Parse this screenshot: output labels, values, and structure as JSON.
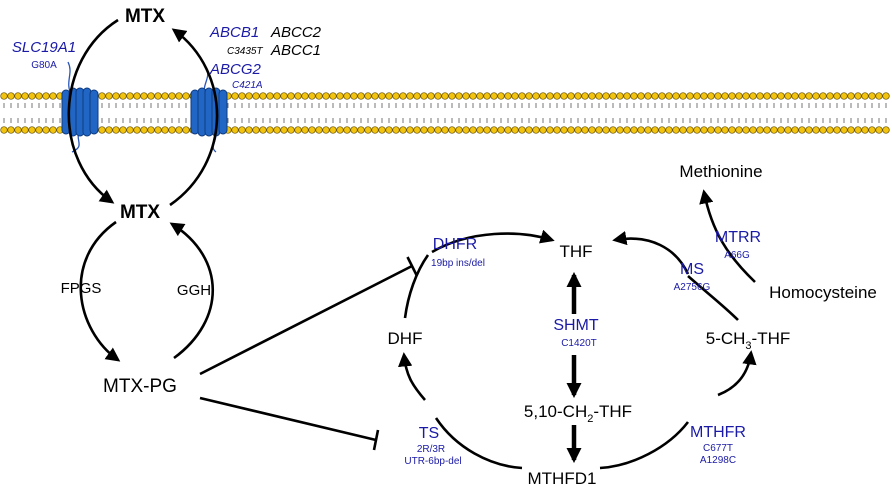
{
  "colors": {
    "enzyme_text": "#1a1aa6",
    "membrane_head": "#f2c40f",
    "membrane_head_stroke": "#6a5200",
    "transporter": "#2166c4",
    "text": "#000000"
  },
  "transport": {
    "mtx_top": "MTX",
    "mtx_mid": "MTX",
    "slc19a1": "SLC19A1",
    "slc19a1_snp": "G80A",
    "abcb1": "ABCB1",
    "abcc2": "ABCC2",
    "abcb1_snp": "C3435T",
    "abcc1": "ABCC1",
    "abcg2": "ABCG2",
    "abcg2_snp": "C421A"
  },
  "polyglutamation": {
    "fpgs": "FPGS",
    "ggh": "GGH",
    "mtx_pg": "MTX-PG"
  },
  "folate_cycle": {
    "dhfr": "DHFR",
    "dhfr_snp": "19bp ins/del",
    "thf": "THF",
    "dhf": "DHF",
    "shmt": "SHMT",
    "shmt_snp": "C1420T",
    "ch2_thf_prefix": "5,10-CH",
    "ch2_thf_sub": "2",
    "ch2_thf_suffix": "-THF",
    "ts": "TS",
    "ts_snp_1": "2R/3R",
    "ts_snp_2": "UTR-6bp-del",
    "mthfd1": "MTHFD1",
    "mthfr": "MTHFR",
    "mthfr_snp_1": "C677T",
    "mthfr_snp_2": "A1298C",
    "ch3_thf_prefix": "5-CH",
    "ch3_thf_sub": "3",
    "ch3_thf_suffix": "-THF"
  },
  "methionine_cycle": {
    "methionine": "Methionine",
    "homocysteine": "Homocysteine",
    "mtrr": "MTRR",
    "mtrr_snp": "A66G",
    "ms": "MS",
    "ms_snp": "A2756G"
  }
}
